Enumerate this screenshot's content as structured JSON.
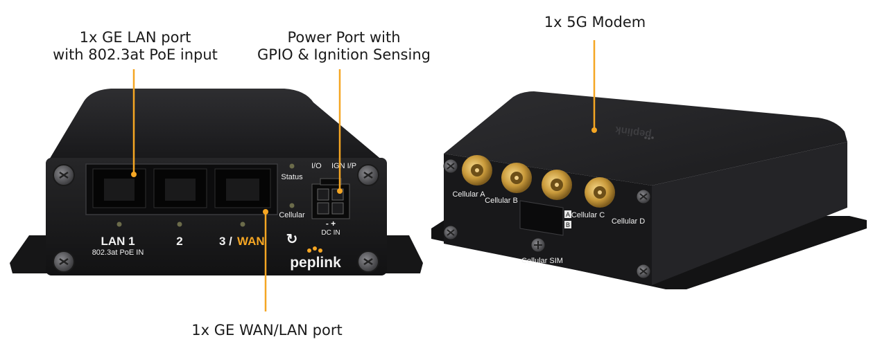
{
  "callouts": {
    "lan": [
      "1x GE LAN port",
      "with 802.3at PoE input"
    ],
    "power": [
      "Power Port with",
      "GPIO & Ignition Sensing"
    ],
    "modem": [
      "1x 5G Modem"
    ],
    "wan": [
      "1x GE WAN/LAN port"
    ]
  },
  "front_panel": {
    "ports": [
      "LAN 1",
      "2",
      "3 /",
      "WAN"
    ],
    "poe_note": "802.3at PoE IN",
    "status_led": "Status",
    "cellular_led": "Cellular",
    "io_label": "I/O",
    "ign_label": "IGN I/P",
    "dc_polarity": "-  +",
    "dc_label": "DC IN",
    "reset_symbol": "↻",
    "brand": "peplink"
  },
  "rear_panel": {
    "antennas": [
      "Cellular A",
      "Cellular B",
      "Cellular C",
      "Cellular D"
    ],
    "sim_slots": [
      "A",
      "B"
    ],
    "sim_label": "Cellular SIM",
    "brand": "peplink"
  },
  "colors": {
    "accent": "#f5a623",
    "device_body": "#1f1f21",
    "device_edge": "#3a3a3d",
    "label_text": "#f2f2f2"
  }
}
